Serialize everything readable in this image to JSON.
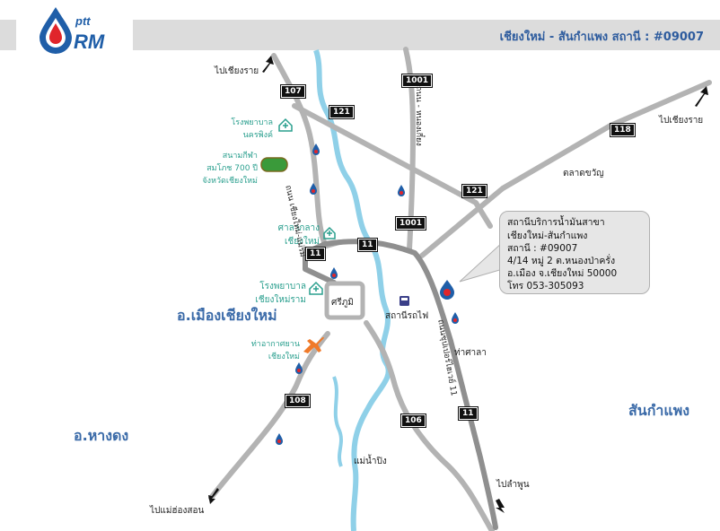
{
  "header": {
    "logo_small": "ptt",
    "logo_big": "RM",
    "title": "เชียงใหม่ - สันกำแพง สถานี : #09007"
  },
  "districts": {
    "mueang": "อ.เมืองเชียงใหม่",
    "hangdong": "อ.หางดง",
    "sankamphaeng": "สันกำแพง"
  },
  "places": {
    "to_chiangrai_left": "ไปเชียงราย",
    "to_chiangrai_right": "ไปเชียงราย",
    "to_lamphun": "ไปลำพูน",
    "to_maehongson": "ไปแม่ฮ่องสอน",
    "hospital_nakornping": "โรงพยาบาล\nนครพิงค์",
    "stadium": "สนามกีฬา\nสมโภช 700 ปี\nจังหวัดเชียงใหม่",
    "city_hall": "ศาลากลาง\nเชียงใหม่",
    "hospital_ram": "โรงพยาบาล\nเชียงใหม่ราม",
    "airport": "ท่าอากาศยาน\nเชียงใหม่",
    "train_station": "สถานีรถไฟ",
    "sriphum": "ศรีภูมิ",
    "market": "ตลาดขวัญ",
    "thasala": "ท่าศาลา",
    "river": "แม่น้ำปิง",
    "road_chm_mp": "ถนน เชียงใหม่-แม่ริม",
    "road_superhighway": "ถนนซุปเปอร์ไฮเวย์ 11",
    "road_1001": "ถนน - หนองเกี๋ยง"
  },
  "road_numbers": {
    "r107": "107",
    "r121a": "121",
    "r121b": "121",
    "r1001a": "1001",
    "r1001b": "1001",
    "r118": "118",
    "r11a": "11",
    "r11b": "11",
    "r11c": "11",
    "r108": "108",
    "r106": "106"
  },
  "station_info": {
    "line1": "สถานีบริการน้ำมันสาขา",
    "line2": "เชียงใหม่-สันกำแพง",
    "line3": "สถานี : #09007",
    "line4": "4/14 หมู่ 2 ต.หนองป่าครั่ง",
    "line5": "อ.เมือง จ.เชียงใหม่ 50000",
    "line6": "โทร 053-305093"
  },
  "colors": {
    "road": "#b3b3b3",
    "ring_road": "#8f8f8f",
    "river": "#8fd0e8",
    "brand_blue": "#1f5ea8",
    "brand_red": "#e0252b",
    "teal": "#2a9f8e",
    "airport": "#f07a2a",
    "stadium": "#3a9a3a"
  }
}
